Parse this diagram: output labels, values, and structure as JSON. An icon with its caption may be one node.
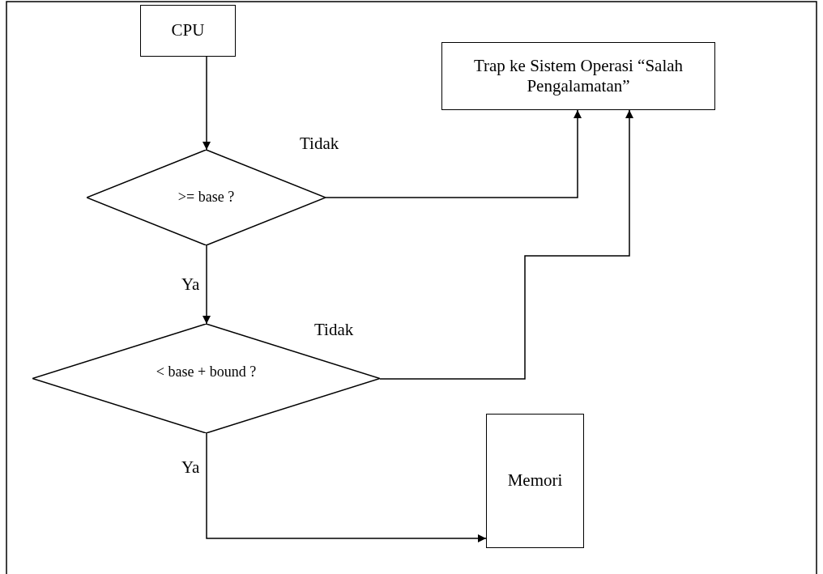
{
  "diagram": {
    "nodes": [
      {
        "text": [
          "CPU"
        ]
      },
      {
        "text": [
          "Trap ke Sistem Operasi “Salah Pengalamatan”"
        ]
      },
      {
        "text": [
          ">=  base ?"
        ]
      },
      {
        "text": [
          "< base + bound ?"
        ]
      },
      {
        "text": [
          "Memori"
        ]
      }
    ],
    "edges": [
      {
        "from": 0,
        "to": 2,
        "arrow": "to"
      },
      {
        "from": 2,
        "to": 1,
        "arrow": "to",
        "label": "Tidak"
      },
      {
        "from": 2,
        "to": 3,
        "arrow": "to",
        "label": "Ya"
      },
      {
        "from": 3,
        "to": 1,
        "arrow": "to",
        "label": "Tidak"
      },
      {
        "from": 3,
        "to": 4,
        "arrow": "to",
        "label": "Ya"
      }
    ]
  }
}
